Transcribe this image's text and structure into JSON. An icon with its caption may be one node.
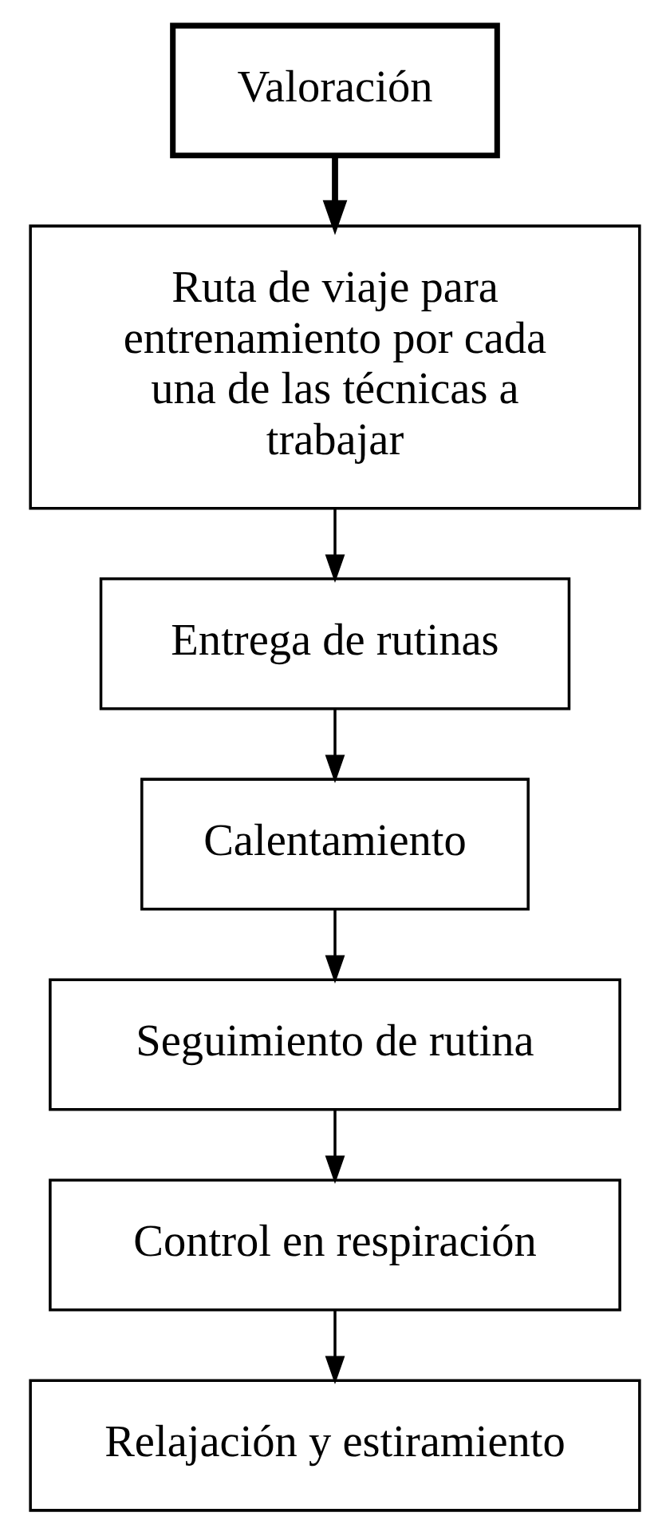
{
  "diagram": {
    "nodes": [
      {
        "text": [
          "Valoración"
        ]
      },
      {
        "text": [
          "Ruta de viaje para entrenamiento por cada una de las técnicas a trabajar"
        ]
      },
      {
        "text": [
          "Entrega de rutinas"
        ]
      },
      {
        "text": [
          "Calentamiento"
        ]
      },
      {
        "text": [
          "Seguimiento de rutina"
        ]
      },
      {
        "text": [
          "Control en respiración"
        ]
      },
      {
        "text": [
          "Relajación y estiramiento"
        ]
      }
    ],
    "edges": [
      {
        "from": 0,
        "to": 1,
        "arrow": "to",
        "style": "thick"
      },
      {
        "from": 1,
        "to": 2,
        "arrow": "to"
      },
      {
        "from": 2,
        "to": 3,
        "arrow": "to"
      },
      {
        "from": 3,
        "to": 4,
        "arrow": "to"
      },
      {
        "from": 4,
        "to": 5,
        "arrow": "to"
      },
      {
        "from": 5,
        "to": 6,
        "arrow": "to"
      }
    ]
  }
}
